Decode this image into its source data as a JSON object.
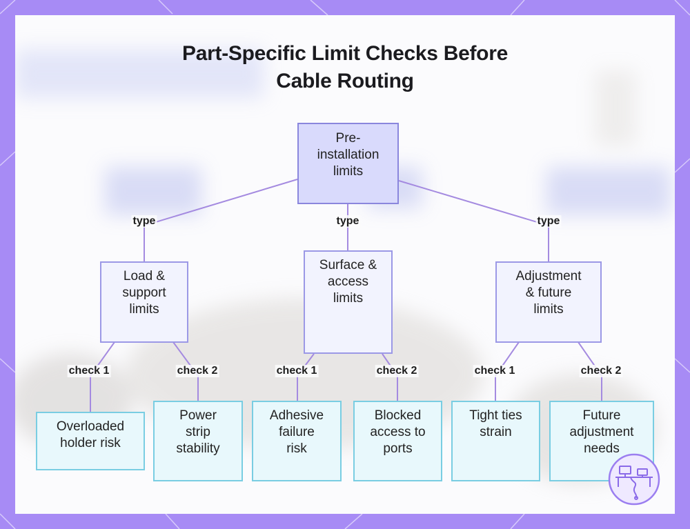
{
  "title_lines": [
    "Part-Specific Limit Checks Before",
    "Cable Routing"
  ],
  "colors": {
    "frame": "#a78bf5",
    "root_fill": "#d9dafc",
    "mid_fill": "#f2f3fe",
    "leaf_fill": "#e8f8fc",
    "edge": "#a48ae0"
  },
  "nodes": {
    "root": {
      "lines": [
        "Pre-",
        "installation",
        "limits"
      ]
    },
    "load": {
      "lines": [
        "Load &",
        "support",
        "limits"
      ]
    },
    "surface": {
      "lines": [
        "Surface &",
        "access",
        "limits"
      ]
    },
    "adjust": {
      "lines": [
        "Adjustment",
        "& future",
        "limits"
      ]
    },
    "overloaded": {
      "lines": [
        "Overloaded",
        "holder risk"
      ]
    },
    "power": {
      "lines": [
        "Power",
        "strip",
        "stability"
      ]
    },
    "adhesive": {
      "lines": [
        "Adhesive",
        "failure",
        "risk"
      ]
    },
    "blocked": {
      "lines": [
        "Blocked",
        "access to",
        "ports"
      ]
    },
    "tight": {
      "lines": [
        "Tight ties",
        "strain"
      ]
    },
    "future": {
      "lines": [
        "Future",
        "adjustment",
        "needs"
      ]
    }
  },
  "edge_labels": {
    "type_left": "type",
    "type_mid": "type",
    "type_right": "type",
    "load_check1": "check 1",
    "load_check2": "check 2",
    "surface_check1": "check 1",
    "surface_check2": "check 2",
    "adjust_check1": "check 1",
    "adjust_check2": "check 2"
  },
  "badge_icon": "desk-workstation-icon"
}
